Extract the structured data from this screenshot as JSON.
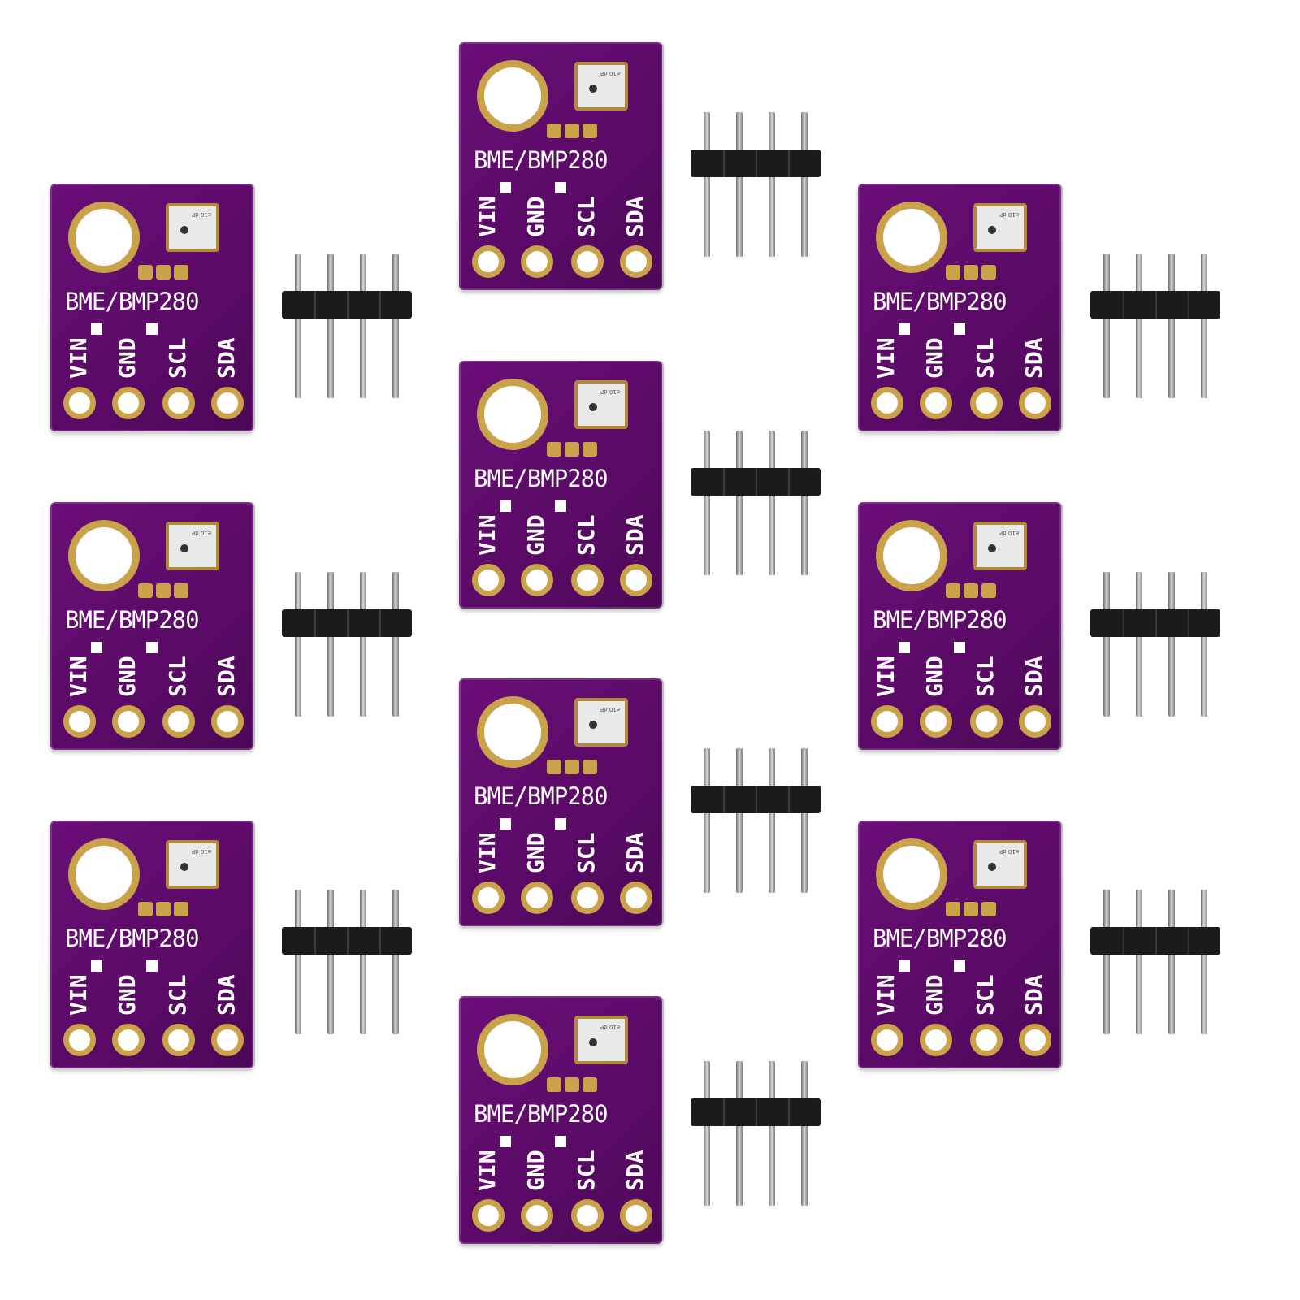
{
  "product": {
    "board_label": "BME/BMP280",
    "pin_labels": [
      "VIN",
      "GND",
      "SCL",
      "SDA"
    ],
    "sensor_marking": "e10 dP"
  },
  "colors": {
    "pcb": "#6a0f78",
    "gold": "#c9a24a",
    "header": "#1b1b1b"
  },
  "counts": {
    "boards": 10,
    "headers": 10
  }
}
